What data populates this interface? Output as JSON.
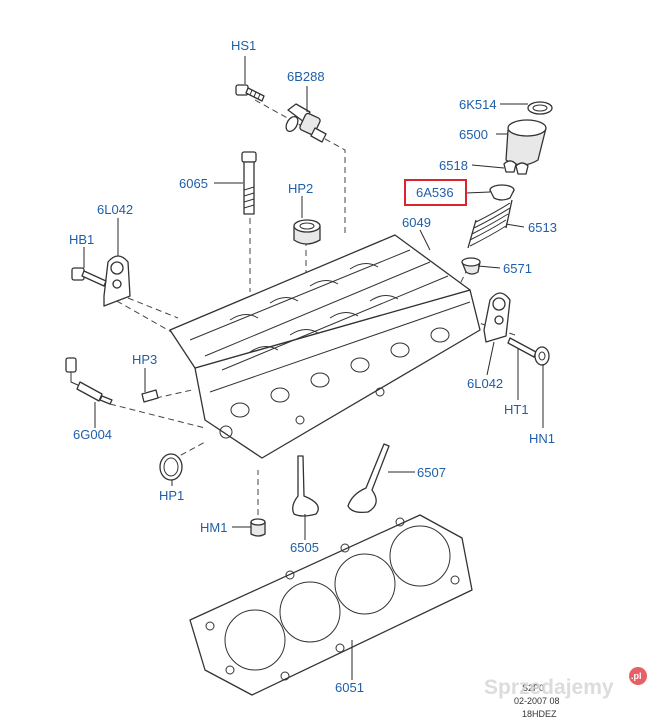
{
  "labels": {
    "HS1": "HS1",
    "6B288": "6B288",
    "6065": "6065",
    "HP2": "HP2",
    "6L042_left": "6L042",
    "HB1": "HB1",
    "HP3": "HP3",
    "6G004": "6G004",
    "HP1": "HP1",
    "HM1": "HM1",
    "6505": "6505",
    "6507": "6507",
    "6K514": "6K514",
    "6500": "6500",
    "6518": "6518",
    "6A536": "6A536",
    "6049": "6049",
    "6513": "6513",
    "6571": "6571",
    "6L042_right": "6L042",
    "HT1": "HT1",
    "HN1": "HN1",
    "6051": "6051"
  },
  "highlighted_part": "6A536",
  "highlight_color": "#d8262c",
  "label_color": "#1f5fa8",
  "footer": {
    "line1": "S2P0",
    "line2": "02-2007 08",
    "line3": "18HDEZ"
  },
  "watermark": {
    "text": "Sprzedajemy",
    "badge": ".pl"
  }
}
